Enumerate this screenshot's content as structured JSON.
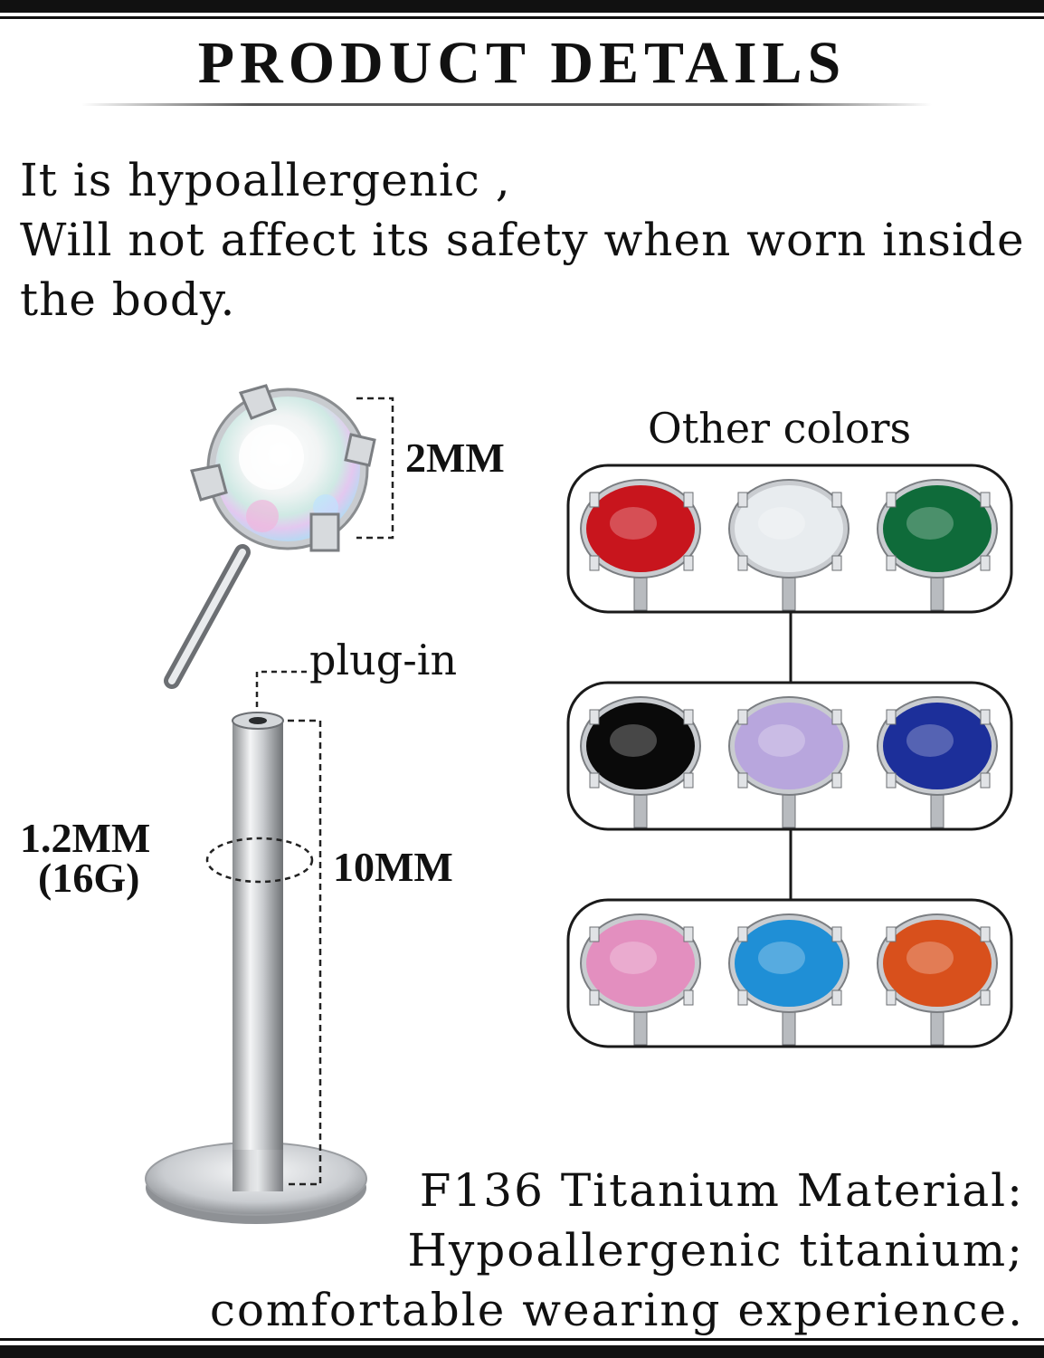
{
  "header": {
    "title": "PRODUCT DETAILS"
  },
  "intro": {
    "line1": "It is hypoallergenic ,",
    "line2": "Will not affect its safety when worn inside",
    "line3": "the body."
  },
  "dimensions": {
    "stone_size": "2MM",
    "plug_label": "plug-in",
    "gauge_line1": "1.2MM",
    "gauge_line2": "(16G)",
    "post_length": "10MM"
  },
  "colors_panel": {
    "title": "Other colors",
    "swatches": [
      {
        "name": "red",
        "color": "#c8151d"
      },
      {
        "name": "clear",
        "color": "#e8ecef"
      },
      {
        "name": "green",
        "color": "#0f6b3a"
      },
      {
        "name": "black",
        "color": "#0a0a0a"
      },
      {
        "name": "lavender",
        "color": "#b8a6dd"
      },
      {
        "name": "blue",
        "color": "#1c2f9a"
      },
      {
        "name": "pink",
        "color": "#e38fbf"
      },
      {
        "name": "aqua",
        "color": "#1f8fd6"
      },
      {
        "name": "orange",
        "color": "#d8501c"
      }
    ]
  },
  "material": {
    "line1": "F136 Titanium Material:",
    "line2": "Hypoallergenic titanium;",
    "line3": "comfortable wearing experience."
  }
}
